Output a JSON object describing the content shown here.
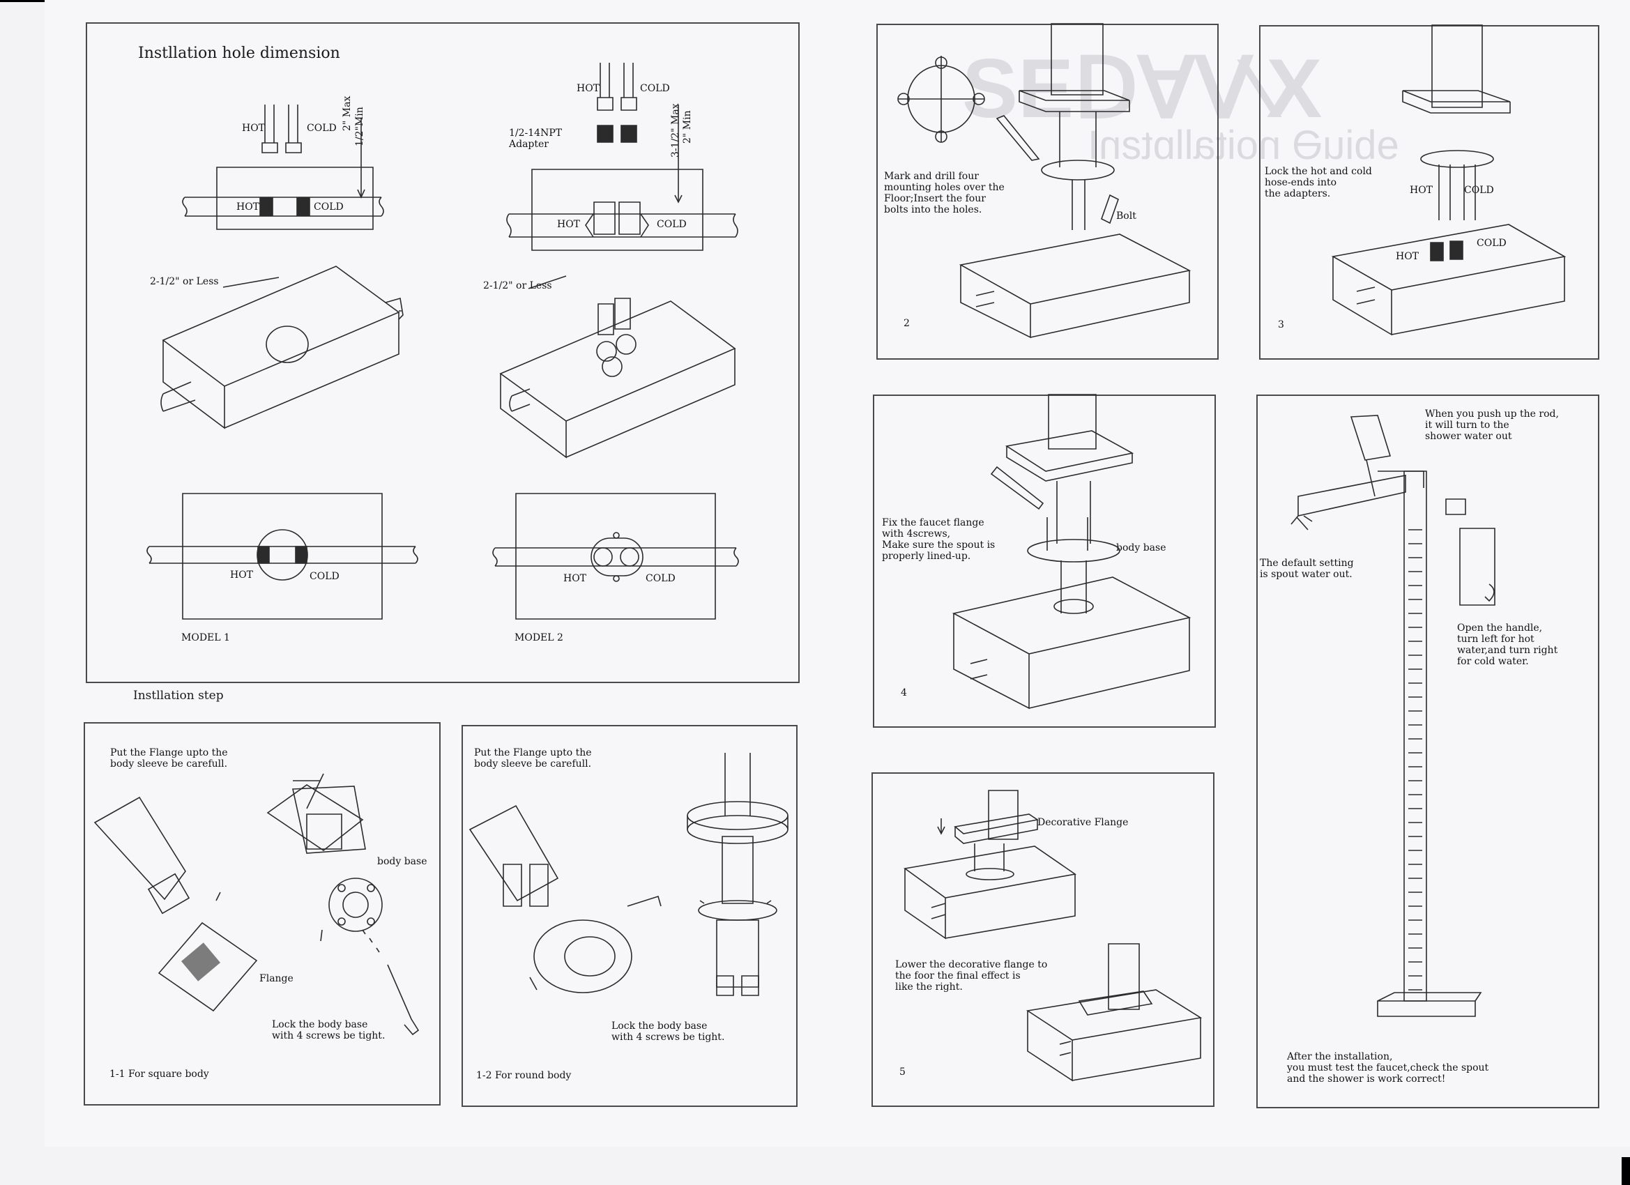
{
  "left_page": {
    "hole_panel": {
      "title": "Instllation hole dimension",
      "model1": {
        "hot": "HOT",
        "cold": "COLD",
        "dim_max": "2\" Max",
        "dim_min": "1/2\"Min",
        "pipe_hot": "HOT",
        "pipe_cold": "COLD",
        "less": "2-1/2\" or Less",
        "bottom_hot": "HOT",
        "bottom_cold": "COLD",
        "model": "MODEL 1"
      },
      "model2": {
        "hot": "HOT",
        "cold": "COLD",
        "adapter": "1/2-14NPT\nAdapter",
        "dim_max": "3-1/2\" Max",
        "dim_min": "2\" Min",
        "pipe_hot": "HOT",
        "pipe_cold": "COLD",
        "less": "2-1/2\" or Less",
        "bottom_hot": "HOT",
        "bottom_cold": "COLD",
        "model": "MODEL 2"
      }
    },
    "step_heading": "Instllation step",
    "step_1_1": {
      "instruction": "Put the Flange upto the\nbody sleeve be carefull.",
      "body_base": "body base",
      "flange": "Flange",
      "lock": "Lock the body base\nwith 4 screws be tight.",
      "caption": "1-1 For square body"
    },
    "step_1_2": {
      "instruction": "Put the Flange upto the\nbody sleeve be carefull.",
      "lock": "Lock the body base\nwith 4 screws be tight.",
      "caption": "1-2 For round body"
    }
  },
  "right_page": {
    "step2": {
      "text": "Mark and drill four\nmounting holes over the\nFloor;Insert the four\nbolts into the holes.",
      "bolt": "Bolt",
      "number": "2"
    },
    "step3": {
      "text": "Lock the hot and cold\nhose-ends into\nthe adapters.",
      "hot_top": "HOT",
      "cold_top": "COLD",
      "hot_base": "HOT",
      "cold_base": "COLD",
      "number": "3"
    },
    "step4": {
      "text": "Fix the faucet flange\nwith 4screws,\nMake sure the spout is\nproperly lined-up.",
      "body_base": "body base",
      "number": "4"
    },
    "step5": {
      "decorative": "Decorative Flange",
      "text": "Lower the decorative flange to\nthe foor the final effect is\nlike the right.",
      "number": "5"
    },
    "final": {
      "push": "When you push up the rod,\nit will turn to the\nshower water out",
      "default": "The default setting\nis spout water out.",
      "handle": "Open the handle,\nturn left for hot\nwater,and turn right\nfor cold water.",
      "after": "After the installation,\nyou must test the faucet,check the spout\nand the shower is work correct!"
    }
  }
}
